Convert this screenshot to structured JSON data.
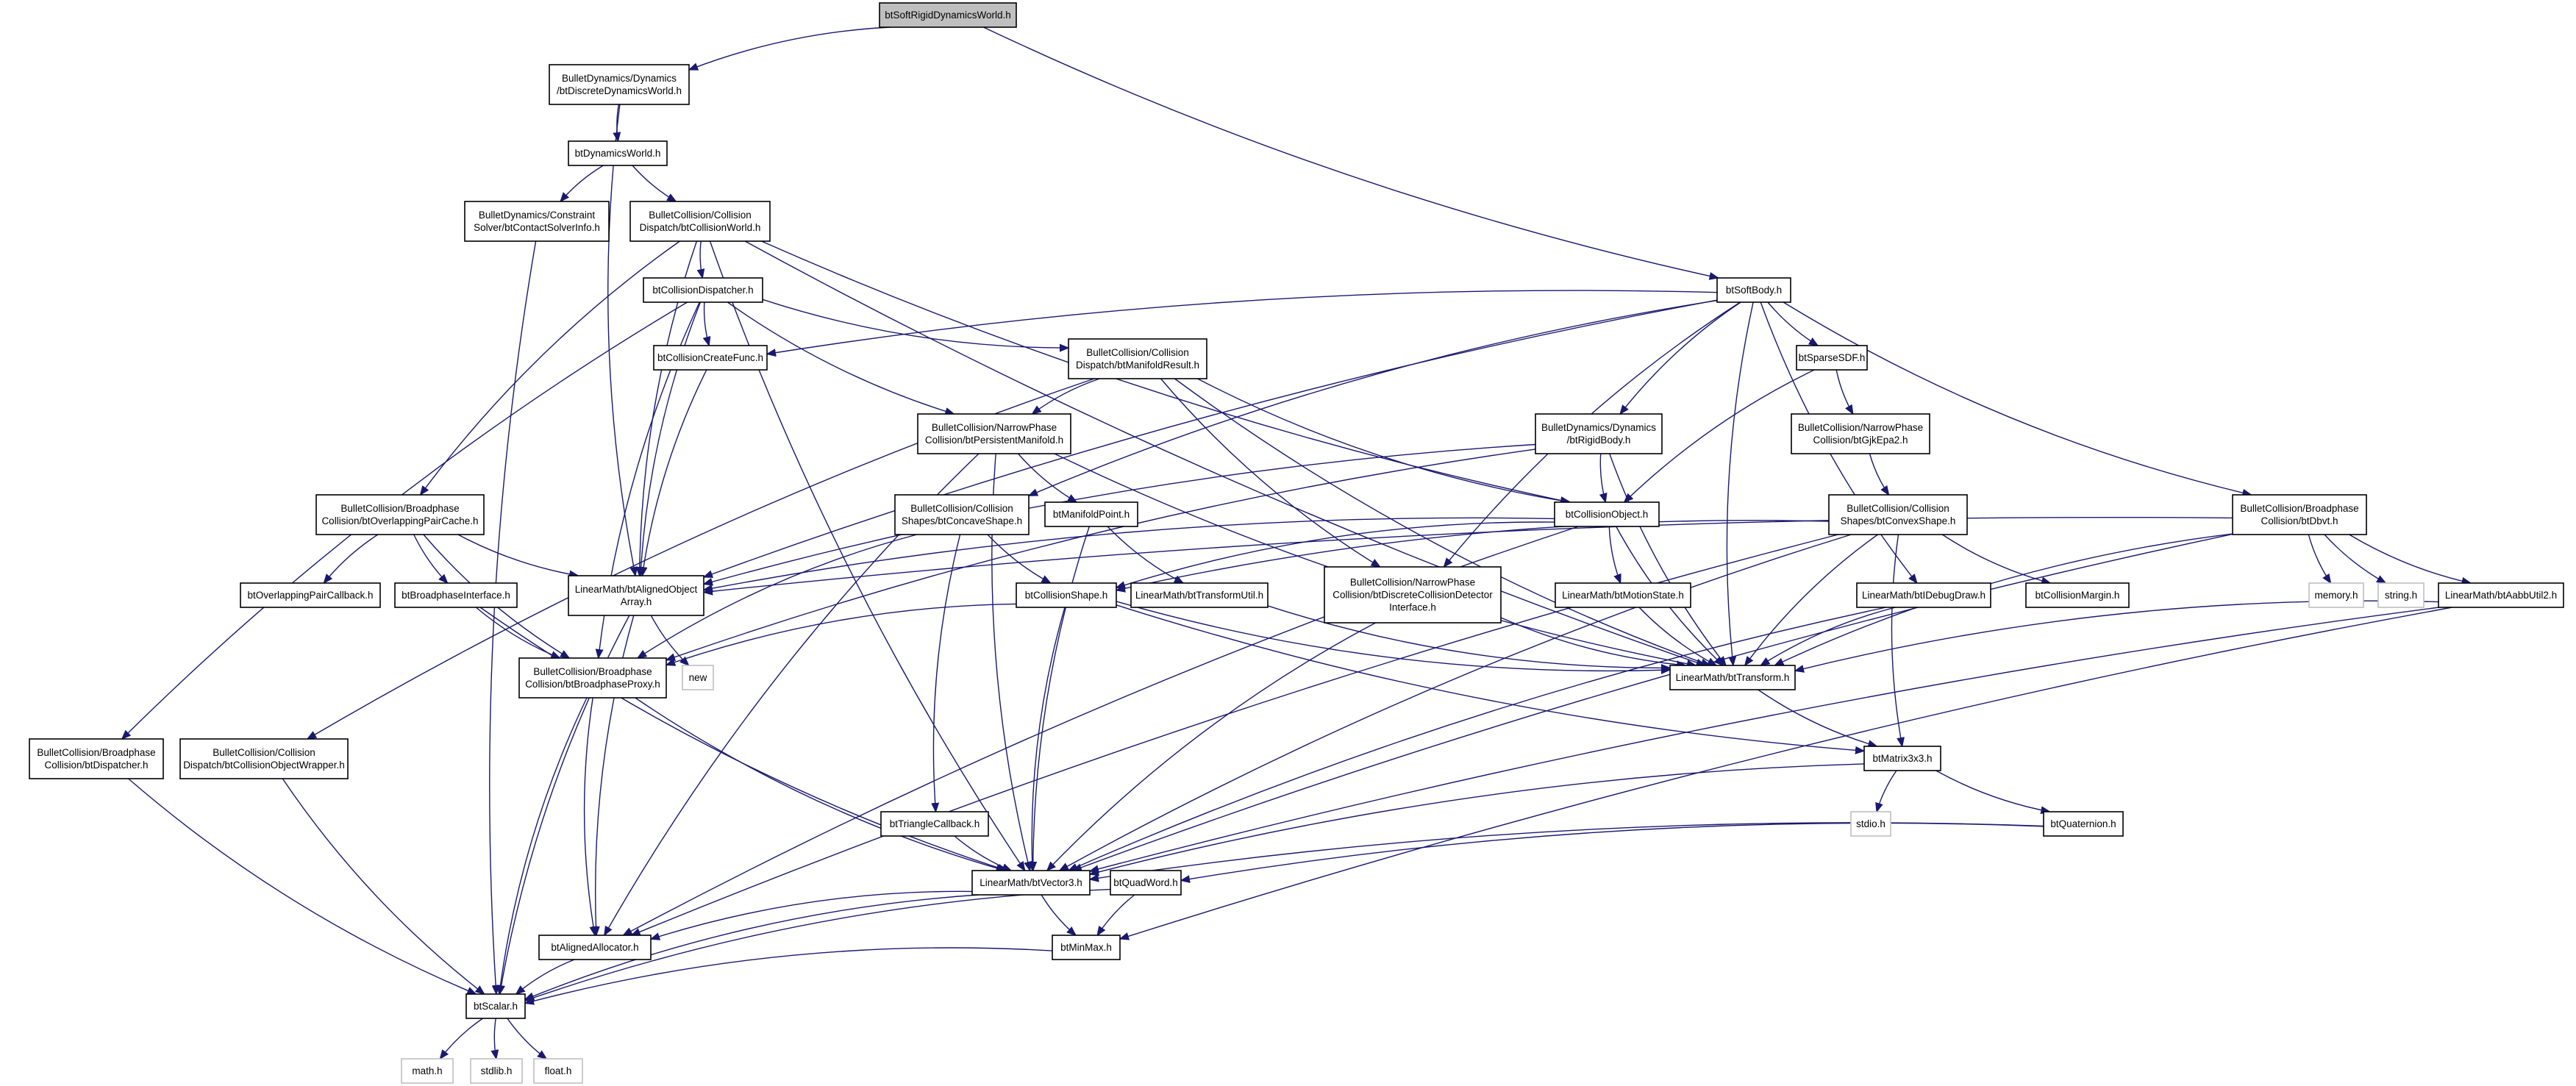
{
  "diagram": {
    "nodes": [
      {
        "id": "softrigid",
        "lines": [
          "btSoftRigidDynamicsWorld.h"
        ],
        "style": "root"
      },
      {
        "id": "discrete",
        "lines": [
          "BulletDynamics/Dynamics",
          "/btDiscreteDynamicsWorld.h"
        ]
      },
      {
        "id": "dynworld",
        "lines": [
          "btDynamicsWorld.h"
        ]
      },
      {
        "id": "contactsolver",
        "lines": [
          "BulletDynamics/Constraint",
          "Solver/btContactSolverInfo.h"
        ]
      },
      {
        "id": "collworld",
        "lines": [
          "BulletCollision/Collision",
          "Dispatch/btCollisionWorld.h"
        ]
      },
      {
        "id": "softbody",
        "lines": [
          "btSoftBody.h"
        ]
      },
      {
        "id": "colldispatcher",
        "lines": [
          "btCollisionDispatcher.h"
        ]
      },
      {
        "id": "collcreatefunc",
        "lines": [
          "btCollisionCreateFunc.h"
        ]
      },
      {
        "id": "manifoldresult",
        "lines": [
          "BulletCollision/Collision",
          "Dispatch/btManifoldResult.h"
        ]
      },
      {
        "id": "sparsesdf",
        "lines": [
          "btSparseSDF.h"
        ]
      },
      {
        "id": "persistentmanifold",
        "lines": [
          "BulletCollision/NarrowPhase",
          "Collision/btPersistentManifold.h"
        ]
      },
      {
        "id": "rigidbody",
        "lines": [
          "BulletDynamics/Dynamics",
          "/btRigidBody.h"
        ]
      },
      {
        "id": "gjkepa2",
        "lines": [
          "BulletCollision/NarrowPhase",
          "Collision/btGjkEpa2.h"
        ]
      },
      {
        "id": "overlappingpaircache",
        "lines": [
          "BulletCollision/Broadphase",
          "Collision/btOverlappingPairCache.h"
        ]
      },
      {
        "id": "concaveshape",
        "lines": [
          "BulletCollision/Collision",
          "Shapes/btConcaveShape.h"
        ]
      },
      {
        "id": "manifoldpoint",
        "lines": [
          "btManifoldPoint.h"
        ]
      },
      {
        "id": "collisionobject",
        "lines": [
          "btCollisionObject.h"
        ]
      },
      {
        "id": "convexshape",
        "lines": [
          "BulletCollision/Collision",
          "Shapes/btConvexShape.h"
        ]
      },
      {
        "id": "dbvt",
        "lines": [
          "BulletCollision/Broadphase",
          "Collision/btDbvt.h"
        ]
      },
      {
        "id": "overlappingpaircallback",
        "lines": [
          "btOverlappingPairCallback.h"
        ]
      },
      {
        "id": "broadphaseinterface",
        "lines": [
          "btBroadphaseInterface.h"
        ]
      },
      {
        "id": "alignedobjectarray",
        "lines": [
          "LinearMath/btAlignedObject",
          "Array.h"
        ]
      },
      {
        "id": "collisionshape",
        "lines": [
          "btCollisionShape.h"
        ]
      },
      {
        "id": "transformutil",
        "lines": [
          "LinearMath/btTransformUtil.h"
        ]
      },
      {
        "id": "discretecollisiondetector",
        "lines": [
          "BulletCollision/NarrowPhase",
          "Collision/btDiscreteCollisionDetector",
          "Interface.h"
        ]
      },
      {
        "id": "motionstate",
        "lines": [
          "LinearMath/btMotionState.h"
        ]
      },
      {
        "id": "idebugdraw",
        "lines": [
          "LinearMath/btIDebugDraw.h"
        ]
      },
      {
        "id": "collisionmargin",
        "lines": [
          "btCollisionMargin.h"
        ]
      },
      {
        "id": "memory",
        "lines": [
          "memory.h"
        ],
        "style": "sys"
      },
      {
        "id": "string",
        "lines": [
          "string.h"
        ],
        "style": "sys"
      },
      {
        "id": "aabbutil2",
        "lines": [
          "LinearMath/btAabbUtil2.h"
        ]
      },
      {
        "id": "new",
        "lines": [
          "new"
        ],
        "style": "sys"
      },
      {
        "id": "broadphaseproxy",
        "lines": [
          "BulletCollision/Broadphase",
          "Collision/btBroadphaseProxy.h"
        ]
      },
      {
        "id": "transform",
        "lines": [
          "LinearMath/btTransform.h"
        ]
      },
      {
        "id": "dispatcher",
        "lines": [
          "BulletCollision/Broadphase",
          "Collision/btDispatcher.h"
        ]
      },
      {
        "id": "collisionobjectwrapper",
        "lines": [
          "BulletCollision/Collision",
          "Dispatch/btCollisionObjectWrapper.h"
        ]
      },
      {
        "id": "matrix3x3",
        "lines": [
          "btMatrix3x3.h"
        ]
      },
      {
        "id": "stdio",
        "lines": [
          "stdio.h"
        ],
        "style": "sys"
      },
      {
        "id": "trianglecallback",
        "lines": [
          "btTriangleCallback.h"
        ]
      },
      {
        "id": "quaternion",
        "lines": [
          "btQuaternion.h"
        ]
      },
      {
        "id": "vector3",
        "lines": [
          "LinearMath/btVector3.h"
        ]
      },
      {
        "id": "quadword",
        "lines": [
          "btQuadWord.h"
        ]
      },
      {
        "id": "alignedallocator",
        "lines": [
          "btAlignedAllocator.h"
        ]
      },
      {
        "id": "minmax",
        "lines": [
          "btMinMax.h"
        ]
      },
      {
        "id": "scalar",
        "lines": [
          "btScalar.h"
        ]
      },
      {
        "id": "math",
        "lines": [
          "math.h"
        ],
        "style": "sys"
      },
      {
        "id": "stdlib",
        "lines": [
          "stdlib.h"
        ],
        "style": "sys"
      },
      {
        "id": "float",
        "lines": [
          "float.h"
        ],
        "style": "sys"
      }
    ],
    "edges": [
      [
        "softrigid",
        "discrete"
      ],
      [
        "softrigid",
        "softbody"
      ],
      [
        "discrete",
        "dynworld"
      ],
      [
        "discrete",
        "alignedobjectarray"
      ],
      [
        "dynworld",
        "contactsolver"
      ],
      [
        "dynworld",
        "collworld"
      ],
      [
        "contactsolver",
        "scalar"
      ],
      [
        "collworld",
        "colldispatcher"
      ],
      [
        "collworld",
        "overlappingpaircache"
      ],
      [
        "collworld",
        "alignedobjectarray"
      ],
      [
        "collworld",
        "vector3"
      ],
      [
        "collworld",
        "collisionobject"
      ],
      [
        "collworld",
        "transform"
      ],
      [
        "softbody",
        "collcreatefunc"
      ],
      [
        "softbody",
        "alignedobjectarray"
      ],
      [
        "softbody",
        "sparsesdf"
      ],
      [
        "softbody",
        "rigidbody"
      ],
      [
        "softbody",
        "concaveshape"
      ],
      [
        "softbody",
        "discretecollisiondetector"
      ],
      [
        "softbody",
        "idebugdraw"
      ],
      [
        "softbody",
        "transform"
      ],
      [
        "softbody",
        "dbvt"
      ],
      [
        "colldispatcher",
        "collcreatefunc"
      ],
      [
        "colldispatcher",
        "manifoldresult"
      ],
      [
        "colldispatcher",
        "persistentmanifold"
      ],
      [
        "colldispatcher",
        "alignedobjectarray"
      ],
      [
        "colldispatcher",
        "dispatcher"
      ],
      [
        "colldispatcher",
        "broadphaseproxy"
      ],
      [
        "collcreatefunc",
        "alignedobjectarray"
      ],
      [
        "manifoldresult",
        "persistentmanifold"
      ],
      [
        "manifoldresult",
        "collisionobjectwrapper"
      ],
      [
        "manifoldresult",
        "collisionobject"
      ],
      [
        "manifoldresult",
        "discretecollisiondetector"
      ],
      [
        "manifoldresult",
        "transform"
      ],
      [
        "sparsesdf",
        "gjkepa2"
      ],
      [
        "sparsesdf",
        "collisionobject"
      ],
      [
        "gjkepa2",
        "convexshape"
      ],
      [
        "persistentmanifold",
        "manifoldpoint"
      ],
      [
        "persistentmanifold",
        "vector3"
      ],
      [
        "persistentmanifold",
        "transform"
      ],
      [
        "persistentmanifold",
        "alignedallocator"
      ],
      [
        "rigidbody",
        "collisionobject"
      ],
      [
        "rigidbody",
        "alignedobjectarray"
      ],
      [
        "rigidbody",
        "broadphaseproxy"
      ],
      [
        "rigidbody",
        "transform"
      ],
      [
        "overlappingpaircache",
        "overlappingpaircallback"
      ],
      [
        "overlappingpaircache",
        "broadphaseinterface"
      ],
      [
        "overlappingpaircache",
        "broadphaseproxy"
      ],
      [
        "overlappingpaircache",
        "alignedobjectarray"
      ],
      [
        "concaveshape",
        "collisionshape"
      ],
      [
        "concaveshape",
        "trianglecallback"
      ],
      [
        "concaveshape",
        "broadphaseproxy"
      ],
      [
        "manifoldpoint",
        "transformutil"
      ],
      [
        "manifoldpoint",
        "vector3"
      ],
      [
        "collisionobject",
        "motionstate"
      ],
      [
        "collisionobject",
        "transform"
      ],
      [
        "collisionobject",
        "alignedobjectarray"
      ],
      [
        "collisionobject",
        "collisionshape"
      ],
      [
        "collisionobject",
        "alignedallocator"
      ],
      [
        "convexshape",
        "collisionshape"
      ],
      [
        "convexshape",
        "collisionmargin"
      ],
      [
        "convexshape",
        "transform"
      ],
      [
        "convexshape",
        "vector3"
      ],
      [
        "convexshape",
        "matrix3x3"
      ],
      [
        "convexshape",
        "alignedallocator"
      ],
      [
        "dbvt",
        "alignedobjectarray"
      ],
      [
        "dbvt",
        "memory"
      ],
      [
        "dbvt",
        "string"
      ],
      [
        "dbvt",
        "aabbutil2"
      ],
      [
        "dbvt",
        "transform"
      ],
      [
        "dbvt",
        "vector3"
      ],
      [
        "broadphaseinterface",
        "broadphaseproxy"
      ],
      [
        "broadphaseinterface",
        "vector3"
      ],
      [
        "alignedobjectarray",
        "new"
      ],
      [
        "alignedobjectarray",
        "alignedallocator"
      ],
      [
        "alignedobjectarray",
        "scalar"
      ],
      [
        "collisionshape",
        "transform"
      ],
      [
        "collisionshape",
        "vector3"
      ],
      [
        "collisionshape",
        "matrix3x3"
      ],
      [
        "collisionshape",
        "broadphaseproxy"
      ],
      [
        "transformutil",
        "transform"
      ],
      [
        "discretecollisiondetector",
        "transform"
      ],
      [
        "discretecollisiondetector",
        "vector3"
      ],
      [
        "motionstate",
        "transform"
      ],
      [
        "idebugdraw",
        "transform"
      ],
      [
        "idebugdraw",
        "vector3"
      ],
      [
        "aabbutil2",
        "transform"
      ],
      [
        "aabbutil2",
        "vector3"
      ],
      [
        "aabbutil2",
        "minmax"
      ],
      [
        "broadphaseproxy",
        "vector3"
      ],
      [
        "broadphaseproxy",
        "alignedallocator"
      ],
      [
        "broadphaseproxy",
        "scalar"
      ],
      [
        "transform",
        "matrix3x3"
      ],
      [
        "dispatcher",
        "scalar"
      ],
      [
        "collisionobjectwrapper",
        "scalar"
      ],
      [
        "matrix3x3",
        "stdio"
      ],
      [
        "matrix3x3",
        "quaternion"
      ],
      [
        "matrix3x3",
        "vector3"
      ],
      [
        "trianglecallback",
        "vector3"
      ],
      [
        "quaternion",
        "quadword"
      ],
      [
        "quaternion",
        "vector3"
      ],
      [
        "vector3",
        "scalar"
      ],
      [
        "vector3",
        "minmax"
      ],
      [
        "vector3",
        "alignedallocator"
      ],
      [
        "quadword",
        "scalar"
      ],
      [
        "quadword",
        "minmax"
      ],
      [
        "alignedallocator",
        "scalar"
      ],
      [
        "minmax",
        "scalar"
      ],
      [
        "scalar",
        "math"
      ],
      [
        "scalar",
        "stdlib"
      ],
      [
        "scalar",
        "float"
      ]
    ]
  }
}
